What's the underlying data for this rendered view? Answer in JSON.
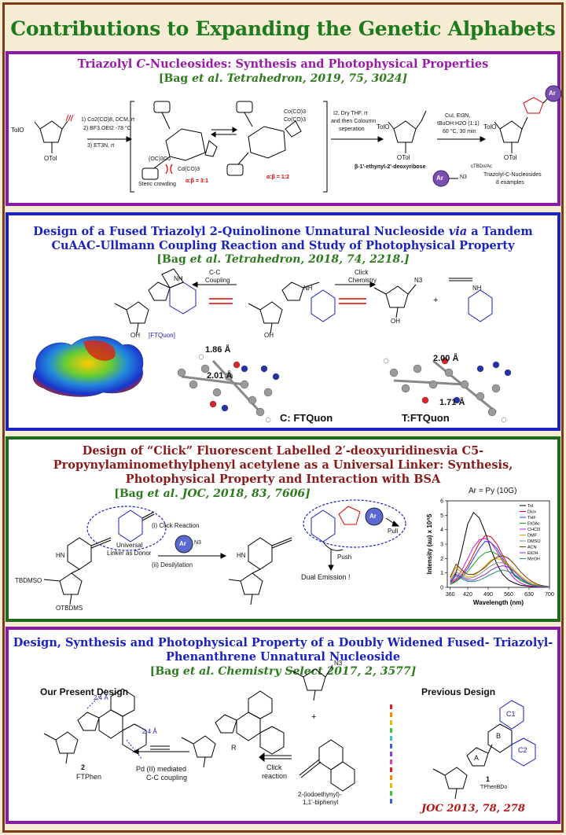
{
  "main_title": "Contributions to Expanding the Genetic Alphabets",
  "panel1": {
    "title_pre": "Triazolyl ",
    "title_italic": "C",
    "title_post": "-Nucleosides: Synthesis and Photophysical Properties",
    "cite_authors": "[Bag ",
    "cite_etal": "et al. Tetrahedron,",
    "cite_rest": " 2019, 75, 3024]",
    "labels": {
      "tol1": "TolO",
      "otol": "OTol",
      "cond1": "1) Co2(CO)8, DCM, rt",
      "cond2": "2) BF3.OEt2 -78 °C",
      "cond3": "3) ET3N, rt",
      "co3a": "(OC)3Co",
      "co3b": "Cd(CO)3",
      "co3c": "Co(CO)3",
      "co3d": "Co(CO)3",
      "steric": "Steric crowding",
      "ratio1": "α:β = 3:1",
      "ratio2": "α:β = 1:2",
      "cond4": "I2, Dry THF, rt",
      "cond5": "and then Coloumn",
      "cond6": "seperation",
      "product1": "β-1'-ethynyl-2'-deoxyribose",
      "cond7": "CuI, Et3N,",
      "cond8": "tBuOH:H2O (1:1)",
      "cond9": "60 °C, 30 min",
      "ar": "Ar",
      "n3": "N3",
      "tbda": "cTBDo/Ac",
      "product2": "Triazolyl-C-Nucleosides",
      "product2b": "8 examples"
    }
  },
  "panel2": {
    "title_line1_pre": "Design of a Fused Triazolyl 2-Quinolinone  Unnatural Nucleoside ",
    "title_line1_italic": "via",
    "title_line1_post": " a Tandem",
    "title_line2": "CuAAC-Ullmann Coupling Reaction and Study of Photophysical Property",
    "cite_authors": "[Bag ",
    "cite_etal": "et al. Tetrahedron,",
    "cite_rest": " 2018, 74, 2218.]",
    "labels": {
      "cc": "C-C",
      "coupling": "Coupling",
      "click": "Click",
      "chemistry": "Chemistry",
      "ftquon": "[FTQuon]",
      "nh": "NH",
      "oh": "OH",
      "n3": "N3",
      "plus": "+",
      "d1": "1.86 Å",
      "d2": "2.01 Å",
      "d3": "2.00 Å",
      "d4": "1.71 Å",
      "c_ftquon": "C: FTQuon",
      "t_ftquon": "T:FTQuon"
    }
  },
  "panel3": {
    "title_line1": "Design of “Click” Fluorescent Labelled 2′-deoxyuridinesvia  C5-",
    "title_line2": "Propynylaminomethylphenyl  acetylene  as a Universal Linker: Synthesis,",
    "title_line3": "Photophysical Property and Interaction with BSA",
    "cite_authors": "[Bag ",
    "cite_etal": "et al. JOC,",
    "cite_rest": " 2018, 83, 7606]",
    "labels": {
      "click_reaction": "(i) Click Reaction",
      "universal": "Universal",
      "linker": "Linker as Donor",
      "desilylation": "(ii) Desilylation",
      "tbdmso": "TBDMSO",
      "otbdms": "OTBDMS",
      "hn": "HN",
      "ar": "Ar",
      "n3": "N3",
      "push": "Push",
      "pull": "Pull",
      "dual": "Dual Emission !",
      "ar_py": "Ar = Py (10G)"
    }
  },
  "chart_data": {
    "type": "line",
    "title": "Ar = Py (10G)",
    "xlabel": "Wavelength (nm)",
    "ylabel": "Intensity (au) x 10^5",
    "xlim": [
      350,
      700
    ],
    "ylim": [
      0,
      6
    ],
    "x_ticks": [
      "360",
      "420",
      "490",
      "560",
      "630",
      "700"
    ],
    "y_ticks": [
      "0",
      "1",
      "2",
      "3",
      "4",
      "5",
      "6"
    ],
    "legend_position": "top-right",
    "x": [
      360,
      380,
      400,
      420,
      440,
      460,
      480,
      500,
      520,
      540,
      560,
      580,
      600,
      620,
      640,
      660,
      680,
      700
    ],
    "series": [
      {
        "name": "Tol",
        "color": "#000000",
        "values": [
          0.3,
          1.0,
          2.6,
          4.4,
          5.2,
          4.8,
          3.8,
          2.6,
          1.6,
          0.9,
          0.5,
          0.3,
          0.15,
          0.1,
          0.05,
          0.03,
          0.02,
          0.01
        ]
      },
      {
        "name": "Diox",
        "color": "#e0001b",
        "values": [
          0.2,
          0.5,
          0.9,
          1.5,
          2.3,
          3.1,
          3.6,
          3.5,
          3.0,
          2.2,
          1.5,
          0.9,
          0.5,
          0.3,
          0.15,
          0.08,
          0.05,
          0.02
        ]
      },
      {
        "name": "THF",
        "color": "#1a3cff",
        "values": [
          0.2,
          0.4,
          0.8,
          1.3,
          2.0,
          2.7,
          3.2,
          3.1,
          2.7,
          2.0,
          1.4,
          0.8,
          0.5,
          0.3,
          0.15,
          0.08,
          0.04,
          0.02
        ]
      },
      {
        "name": "EtOAc",
        "color": "#1aa31a",
        "values": [
          0.2,
          0.4,
          0.7,
          1.1,
          1.6,
          2.1,
          2.4,
          2.5,
          2.3,
          1.9,
          1.4,
          0.9,
          0.5,
          0.3,
          0.15,
          0.08,
          0.04,
          0.02
        ]
      },
      {
        "name": "CHCl3",
        "color": "#d017d0",
        "values": [
          0.3,
          0.6,
          1.2,
          2.0,
          2.8,
          3.3,
          3.4,
          3.1,
          2.5,
          1.8,
          1.1,
          0.6,
          0.3,
          0.15,
          0.08,
          0.04,
          0.02,
          0.01
        ]
      },
      {
        "name": "DMF",
        "color": "#e8a000",
        "values": [
          0.6,
          1.4,
          1.0,
          0.7,
          0.8,
          1.1,
          1.5,
          1.9,
          2.0,
          1.9,
          1.6,
          1.2,
          0.8,
          0.5,
          0.3,
          0.15,
          0.08,
          0.03
        ]
      },
      {
        "name": "DMSO",
        "color": "#8a8a8a",
        "values": [
          0.5,
          1.1,
          0.8,
          0.6,
          0.7,
          0.9,
          1.2,
          1.5,
          1.7,
          1.7,
          1.5,
          1.1,
          0.7,
          0.4,
          0.2,
          0.1,
          0.05,
          0.02
        ]
      },
      {
        "name": "ACN",
        "color": "#6a3d00",
        "values": [
          0.7,
          1.6,
          1.2,
          0.9,
          0.9,
          1.1,
          1.4,
          1.8,
          2.1,
          2.2,
          2.0,
          1.6,
          1.1,
          0.7,
          0.4,
          0.2,
          0.1,
          0.04
        ]
      },
      {
        "name": "EtOH",
        "color": "#7a2fd8",
        "values": [
          0.4,
          0.9,
          0.7,
          0.5,
          0.5,
          0.7,
          0.9,
          1.2,
          1.4,
          1.5,
          1.4,
          1.1,
          0.7,
          0.4,
          0.2,
          0.1,
          0.05,
          0.02
        ]
      },
      {
        "name": "MeOH",
        "color": "#1f8a8a",
        "values": [
          0.3,
          0.8,
          0.6,
          0.4,
          0.4,
          0.5,
          0.7,
          0.9,
          1.1,
          1.2,
          1.1,
          0.9,
          0.6,
          0.35,
          0.2,
          0.1,
          0.05,
          0.02
        ]
      }
    ]
  },
  "panel4": {
    "title_line1": "Design, Synthesis and Photophysical Property of a Doubly Widened Fused- Triazolyl-",
    "title_line2": "Phenanthrene  Unnatural Nucleoside",
    "cite_authors": "[Bag ",
    "cite_etal": "et al. Chemistry Select",
    "cite_rest": " 2017, 2, 3577]",
    "labels": {
      "our_design": "Our Present Design",
      "previous_design": "Previous Design",
      "a24a": "2.4 Å",
      "a24b": "2.4 Å",
      "num2": "2",
      "ftphen": "FTPhen",
      "pd": "Pd (II) mediated",
      "cc": "C-C coupling",
      "r": "R",
      "click": "Click",
      "reaction": "reaction",
      "n3": "N3",
      "plus": "+",
      "iodo1": "2-(iodoethynyl)-",
      "iodo2": "1,1'-biphenyl",
      "c1": "C1",
      "b": "B",
      "c2": "C2",
      "a": "A",
      "num1": "1",
      "tphen": "TPhenBDo",
      "joc": "JOC 2013, 78, 278"
    }
  }
}
